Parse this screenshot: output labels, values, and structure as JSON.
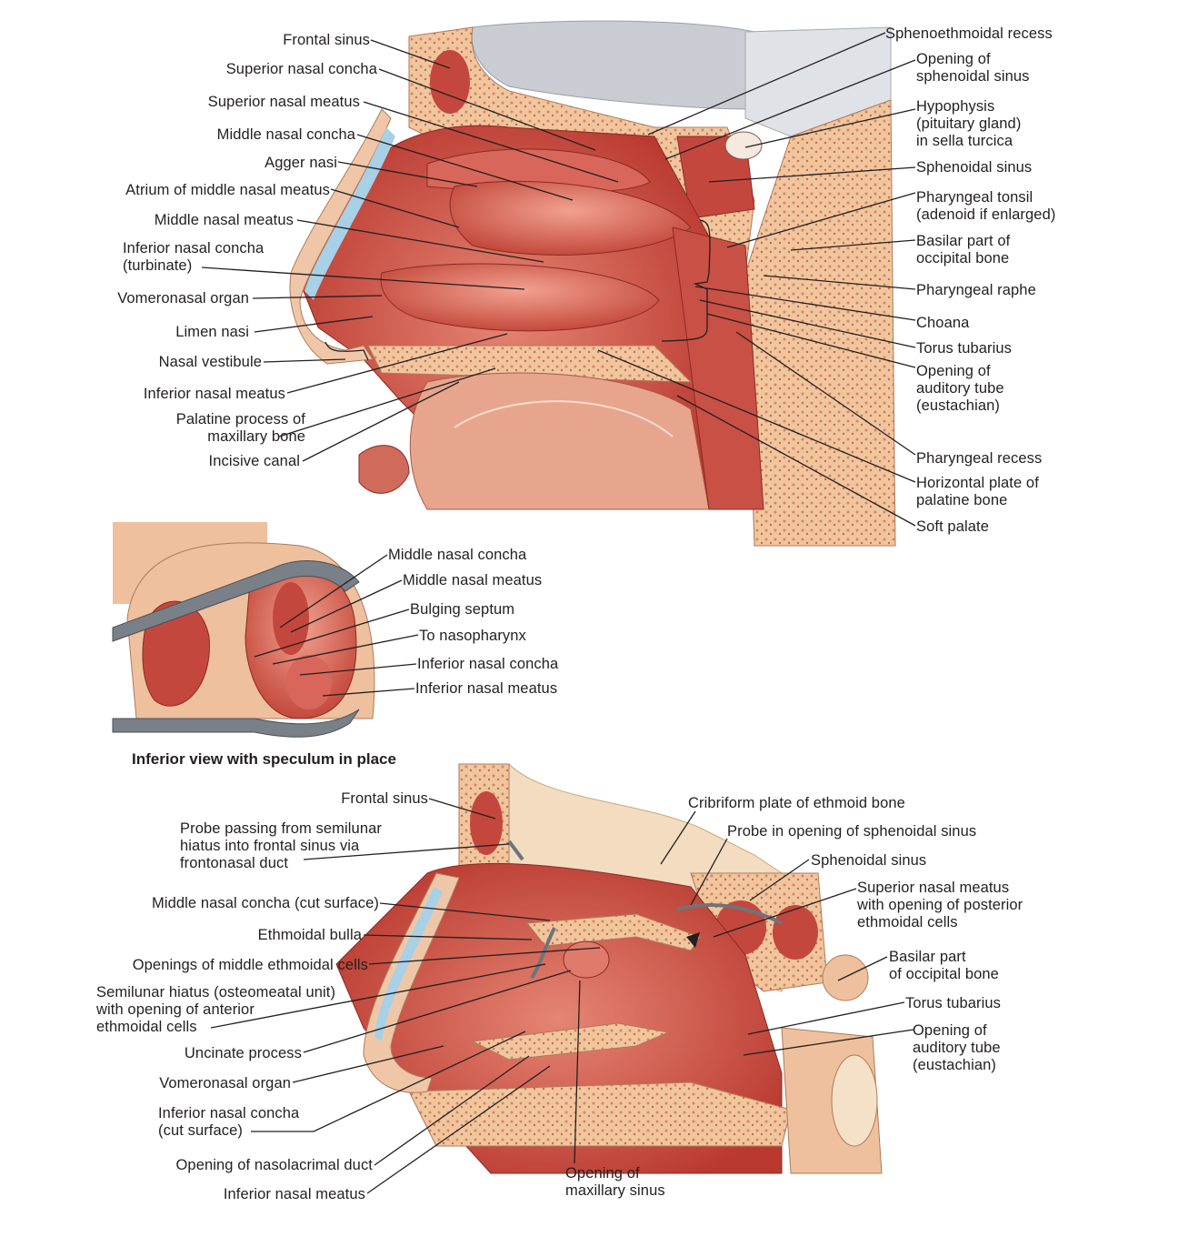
{
  "figure1": {
    "labels_left": [
      "Frontal sinus",
      "Superior nasal concha",
      "Superior nasal meatus",
      "Middle nasal concha",
      "Agger nasi",
      "Atrium of middle nasal meatus",
      "Middle nasal meatus",
      "Inferior nasal concha\n(turbinate)",
      "Vomeronasal organ",
      "Limen nasi",
      "Nasal vestibule",
      "Inferior nasal meatus",
      "Palatine process of\nmaxillary bone",
      "Incisive canal"
    ],
    "labels_right": [
      "Sphenoethmoidal recess",
      "Opening of\nsphenoidal sinus",
      "Hypophysis\n(pituitary gland)\nin sella turcica",
      "Sphenoidal sinus",
      "Pharyngeal tonsil\n(adenoid if enlarged)",
      "Basilar part of\noccipital bone",
      "Pharyngeal raphe",
      "Choana",
      "Torus tubarius",
      "Opening of\nauditory tube\n(eustachian)",
      "Pharyngeal recess",
      "Horizontal plate of\npalatine bone",
      "Soft palate"
    ]
  },
  "figure2": {
    "labels": [
      "Middle nasal concha",
      "Middle nasal meatus",
      "Bulging septum",
      "To nasopharynx",
      "Inferior nasal concha",
      "Inferior nasal meatus"
    ],
    "caption": "Inferior view with speculum in place"
  },
  "figure3": {
    "labels_left": [
      "Frontal sinus",
      "Probe passing from semilunar\nhiatus into frontal sinus via\nfrontonasal duct",
      "Middle nasal concha (cut surface)",
      "Ethmoidal bulla",
      "Openings of middle ethmoidal cells",
      "Semilunar hiatus (osteomeatal unit)\nwith opening of anterior\nethmoidal cells",
      "Uncinate process",
      "Vomeronasal organ",
      "Inferior nasal concha\n(cut surface)",
      "Opening of nasolacrimal duct",
      "Inferior nasal meatus"
    ],
    "labels_right": [
      "Cribriform plate of ethmoid bone",
      "Probe in opening of sphenoidal sinus",
      "Sphenoidal sinus",
      "Superior nasal meatus\nwith opening of posterior\nethmoidal cells",
      "Basilar part\nof occipital bone",
      "Torus tubarius",
      "Opening of\nauditory tube\n(eustachian)"
    ],
    "label_bottom": "Opening of\nmaxillary sinus"
  },
  "colors": {
    "mucosa": "#c8453c",
    "mucosa_light": "#e07a6a",
    "bone": "#f1c9a0",
    "marrow": "#d9826a",
    "brain": "#c9ccd2",
    "skin": "#efc7a8",
    "cartilage": "#a8d0e6"
  }
}
